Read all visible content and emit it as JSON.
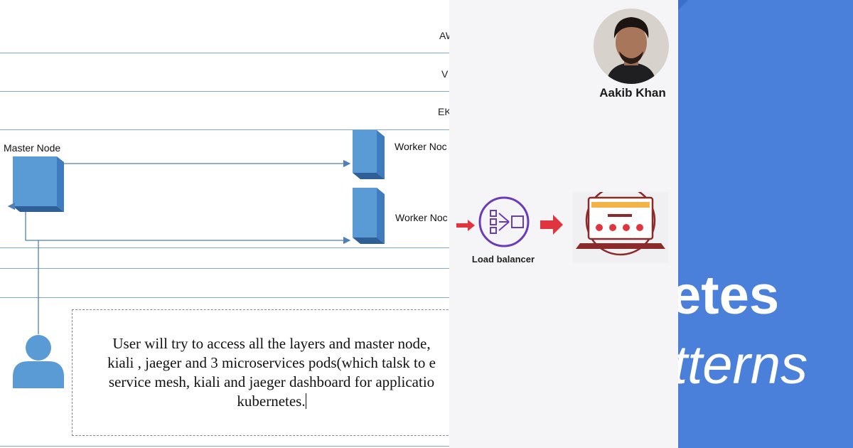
{
  "diagram": {
    "layers": [
      "AW",
      "V",
      "EK"
    ],
    "master_node_label": "Master Node",
    "worker_node_1_label": "Worker Noc",
    "worker_node_2_label": "Worker Noc",
    "textbox_lines": [
      "User will try to access all the layers and master node,",
      "kiali , jaeger and 3 microservices pods(which talsk to e",
      "service mesh, kiali and jaeger dashboard for applicatio",
      "kubernetes."
    ]
  },
  "overlay": {
    "presenter_name": "Aakib Khan",
    "load_balancer_label": "Load balancer",
    "title_line_1": "etes",
    "title_line_2": "tterns",
    "colors": {
      "title_panel": "#4a80d9",
      "node_fill": "#5b9bd5",
      "arrow_red": "#e0343f",
      "icon_purple": "#6a3db8"
    }
  }
}
